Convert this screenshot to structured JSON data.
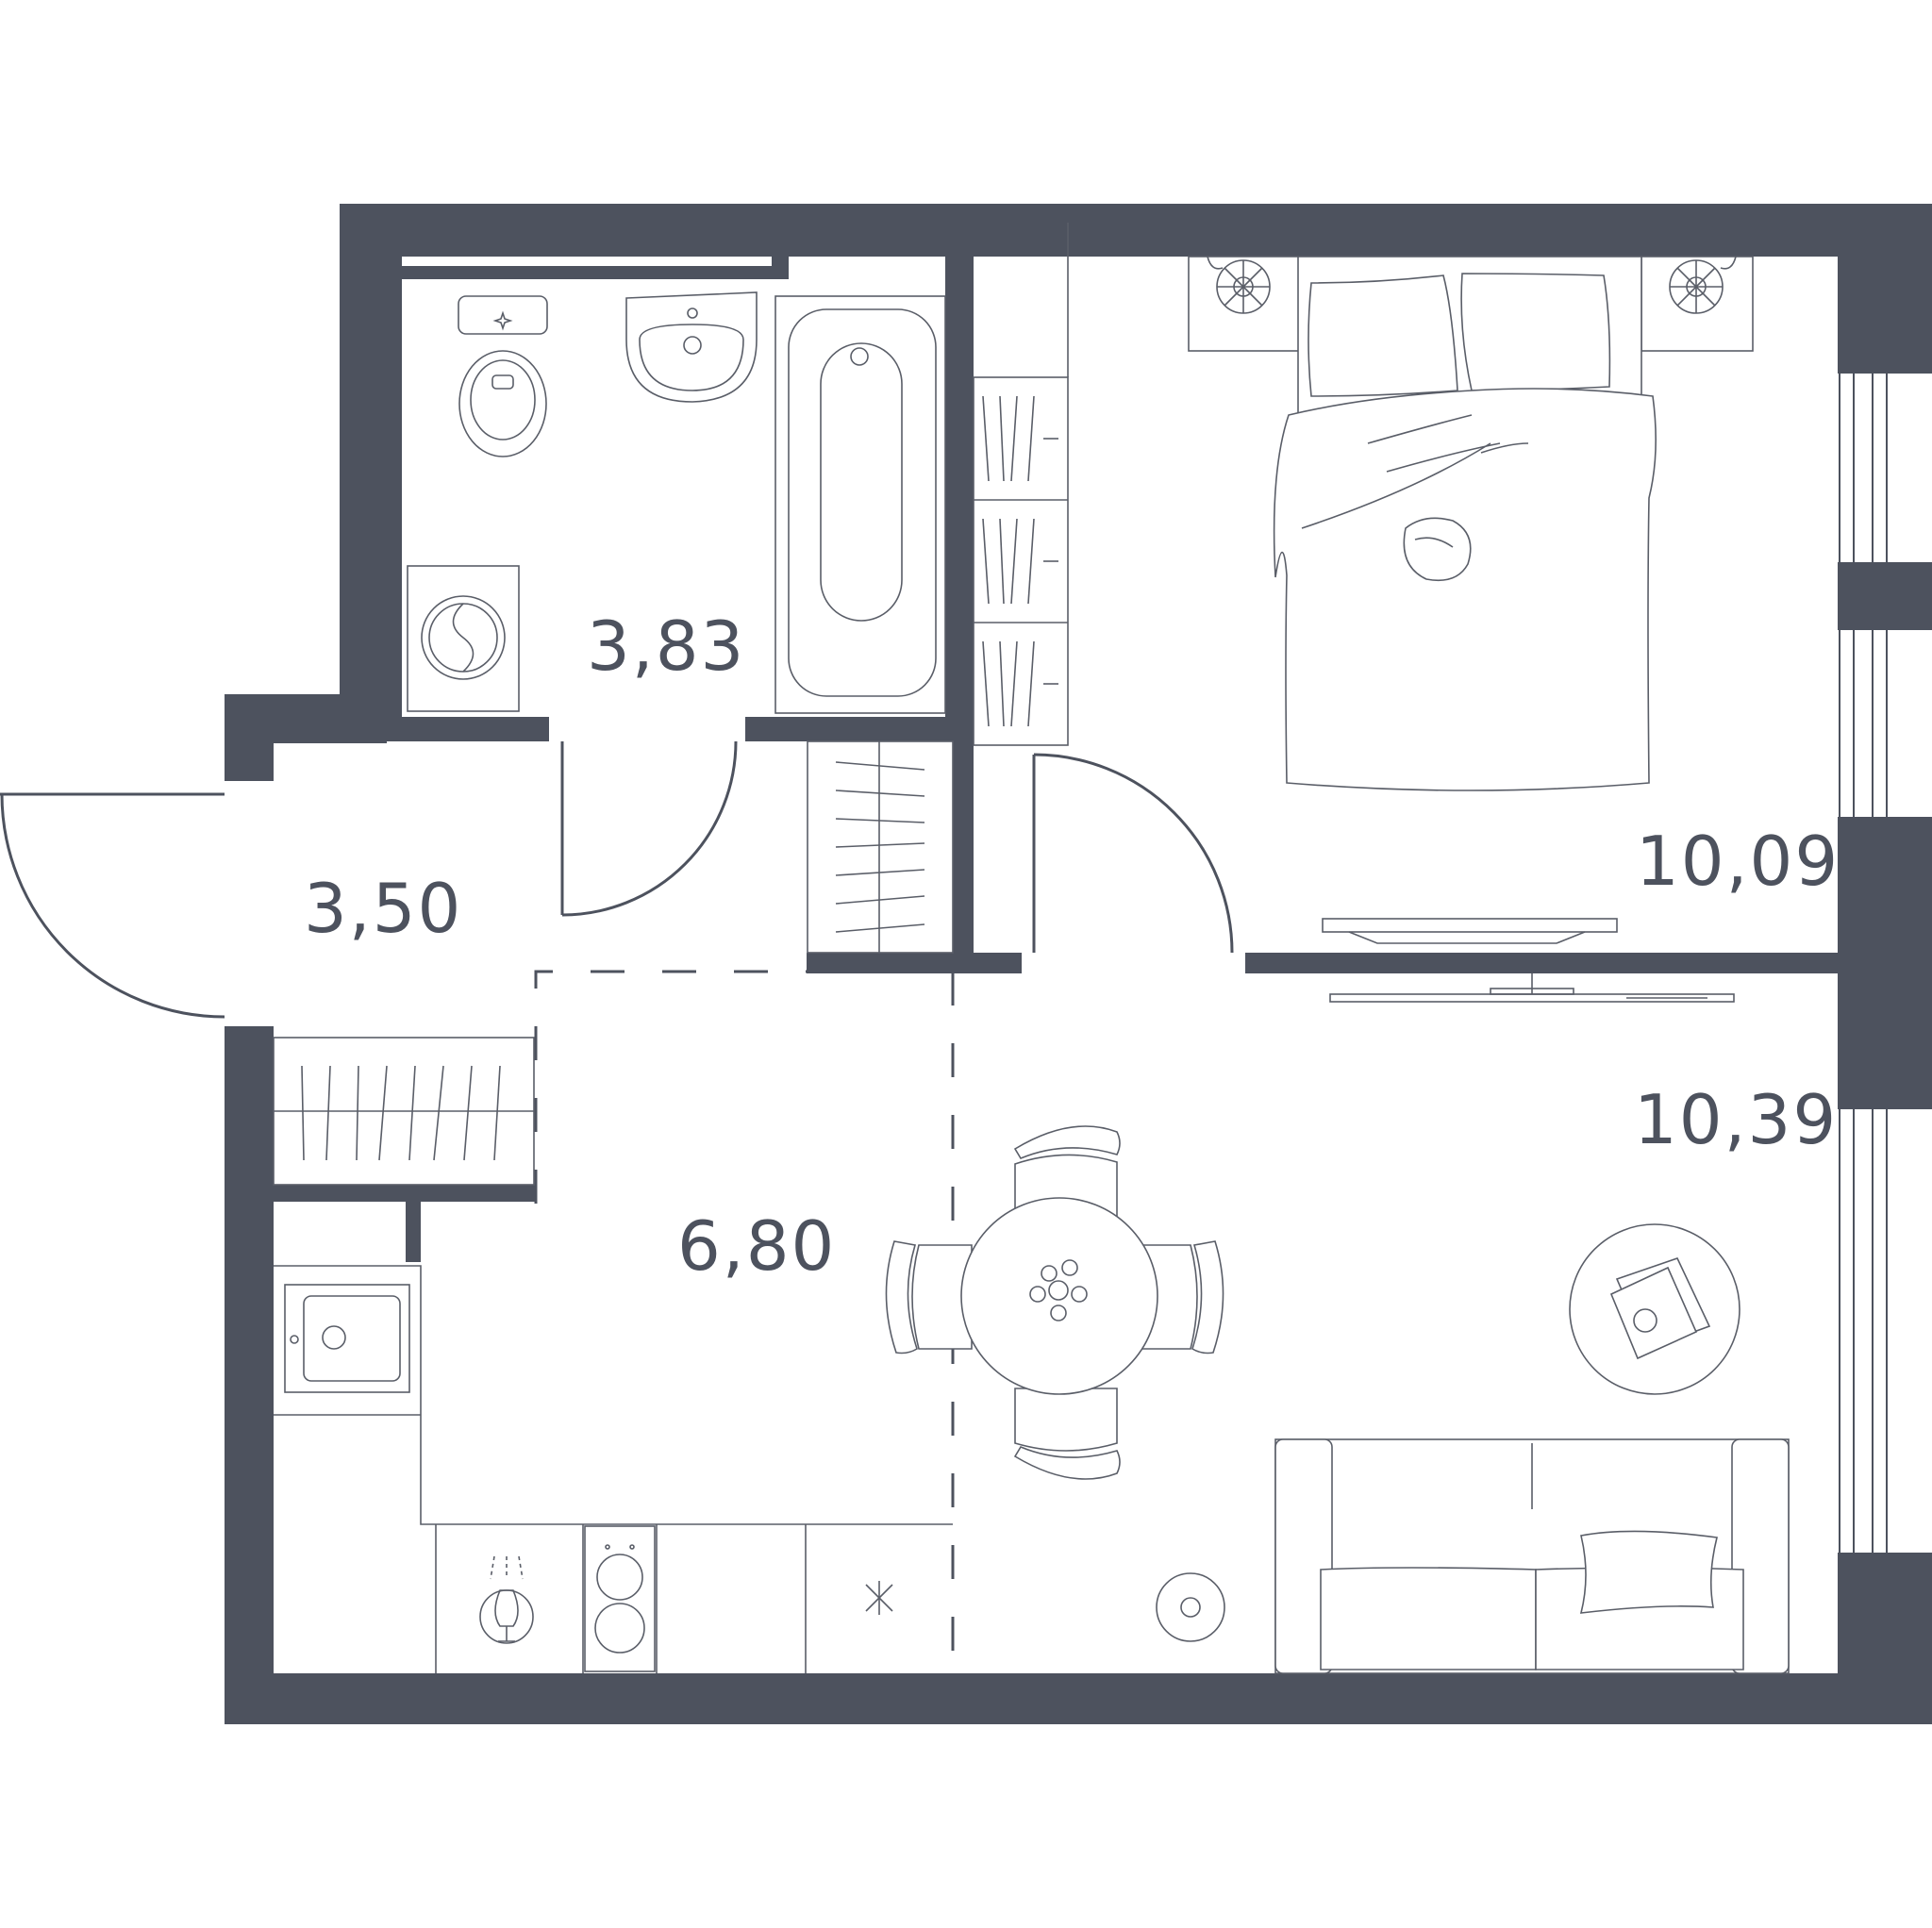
{
  "colors": {
    "wall": "#4d525e",
    "background": "#ffffff",
    "line": "#5a5e68"
  },
  "rooms": [
    {
      "id": "bathroom",
      "area": "3,83"
    },
    {
      "id": "hallway",
      "area": "3,50"
    },
    {
      "id": "bedroom",
      "area": "10,09"
    },
    {
      "id": "living-room",
      "area": "10,39"
    },
    {
      "id": "kitchen",
      "area": "6,80"
    }
  ],
  "icons": [
    "toilet-icon",
    "washbasin-icon",
    "bathtub-icon",
    "washing-machine-icon",
    "wardrobe-icon",
    "bed-icon",
    "pillow-icon",
    "bedside-table-icon",
    "lamp-icon",
    "cat-icon",
    "tv-icon",
    "dining-table-icon",
    "chair-icon",
    "flower-vase-icon",
    "coffee-table-icon",
    "newspaper-icon",
    "sofa-icon",
    "robot-vacuum-icon",
    "kitchen-sink-icon",
    "stove-icon",
    "fridge-icon",
    "entrance-door-icon"
  ]
}
